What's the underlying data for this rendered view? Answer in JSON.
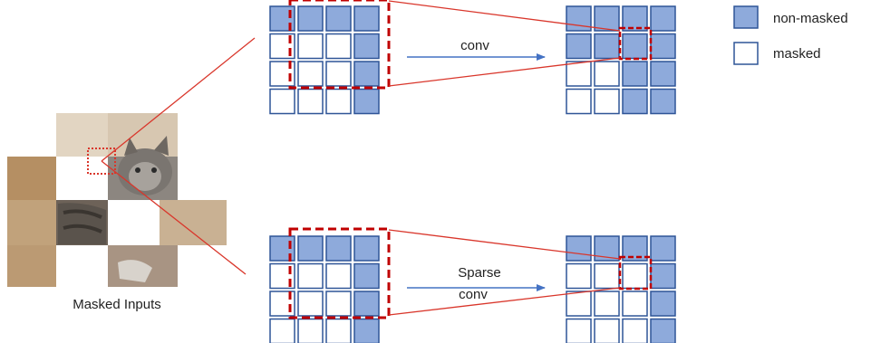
{
  "image_caption": "Masked Inputs",
  "legend": {
    "non_masked": "non-masked",
    "masked": "masked"
  },
  "top_arrow_label": "conv",
  "bottom_arrow_label_line1": "Sparse",
  "bottom_arrow_label_line2": "conv",
  "colors": {
    "filled": "#8eaadb",
    "stroke": "#2f5597",
    "red": "#c00000",
    "line_red": "#d9362b",
    "arrow": "#4472c4"
  },
  "grids": {
    "top_input": [
      [
        1,
        1,
        1,
        1
      ],
      [
        0,
        0,
        0,
        1
      ],
      [
        0,
        0,
        0,
        1
      ],
      [
        0,
        0,
        0,
        1
      ]
    ],
    "top_output": [
      [
        1,
        1,
        1,
        1
      ],
      [
        1,
        1,
        1,
        1
      ],
      [
        0,
        0,
        1,
        1
      ],
      [
        0,
        0,
        1,
        1
      ]
    ],
    "bottom_input": [
      [
        1,
        1,
        1,
        1
      ],
      [
        0,
        0,
        0,
        1
      ],
      [
        0,
        0,
        0,
        1
      ],
      [
        0,
        0,
        0,
        1
      ]
    ],
    "bottom_output": [
      [
        1,
        1,
        1,
        1
      ],
      [
        0,
        0,
        0,
        1
      ],
      [
        0,
        0,
        0,
        1
      ],
      [
        0,
        0,
        0,
        1
      ]
    ]
  }
}
